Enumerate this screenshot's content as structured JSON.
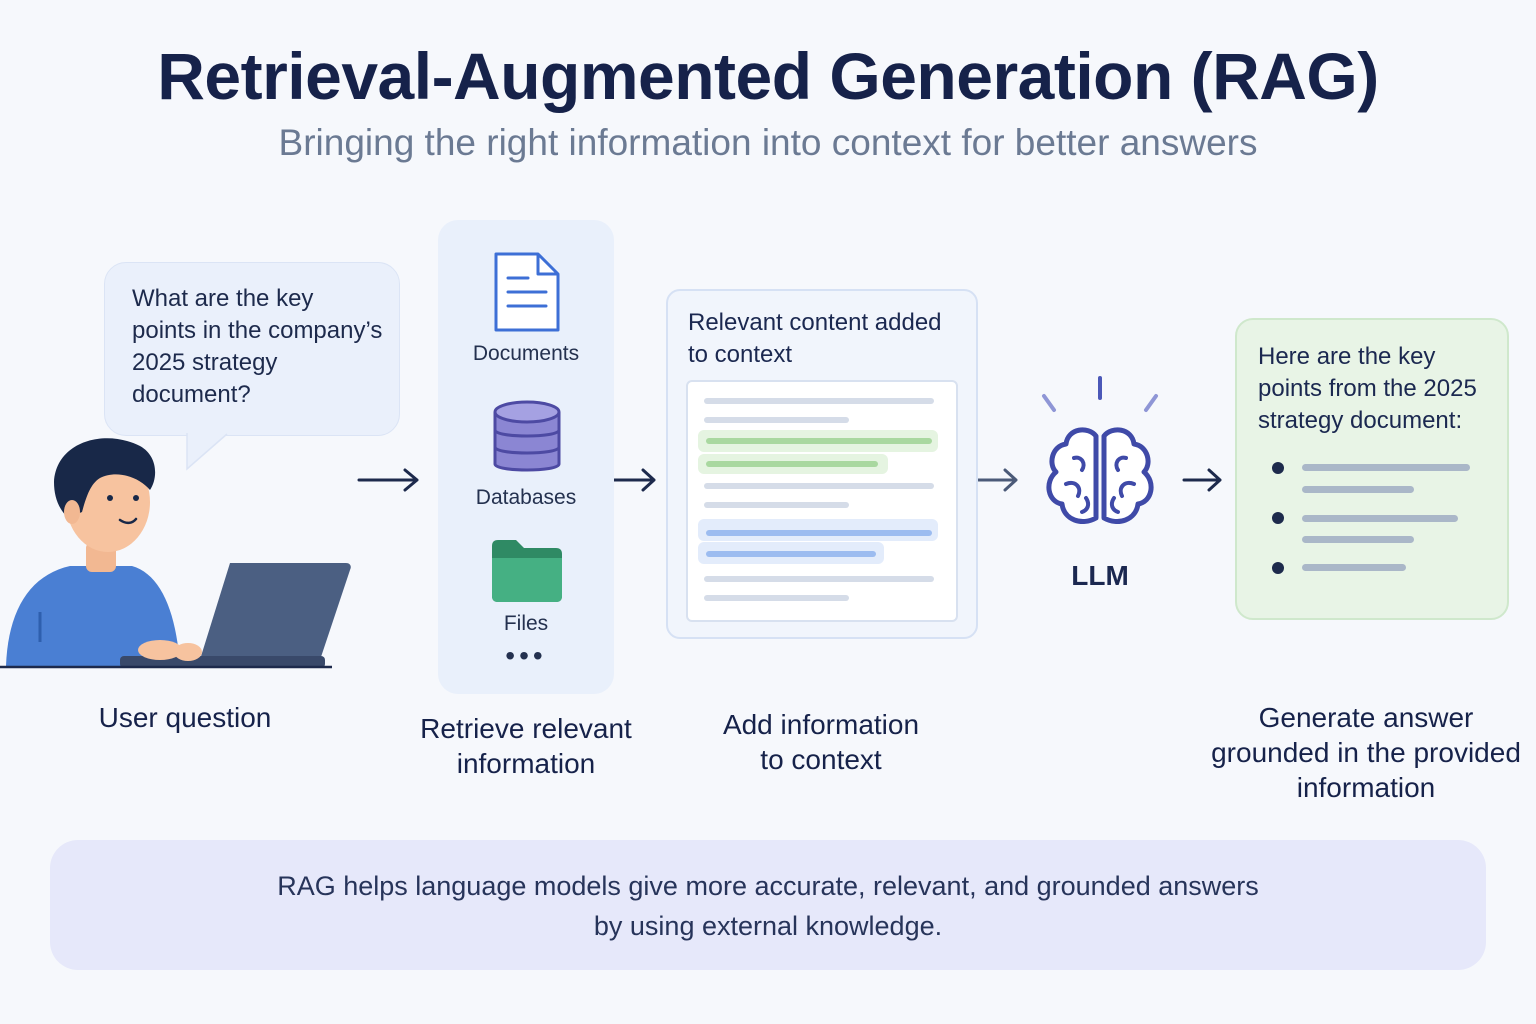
{
  "title": "Retrieval-Augmented Generation (RAG)",
  "subtitle": "Bringing the right information into context for better answers",
  "user": {
    "question": "What are the key\npoints in the company’s\n2025 strategy\ndocument?",
    "caption": "User question"
  },
  "sources": {
    "items": [
      {
        "label": "Documents",
        "icon": "document-icon"
      },
      {
        "label": "Databases",
        "icon": "database-icon"
      },
      {
        "label": "Files",
        "icon": "folder-icon"
      }
    ],
    "more": "•••",
    "caption": "Retrieve relevant\ninformation"
  },
  "context": {
    "title": "Relevant content added\nto context",
    "caption": "Add information\nto context"
  },
  "llm": {
    "label": "LLM",
    "icon": "brain-icon"
  },
  "answer": {
    "text": "Here are the key\npoints from the 2025\nstrategy document:",
    "caption": "Generate answer\ngrounded in the provided\ninformation"
  },
  "footer": {
    "text": "RAG helps language models give more accurate, relevant, and grounded answers\nby using external knowledge."
  },
  "colors": {
    "title": "#16224a",
    "subtitle": "#6b7a93",
    "highlight_green": "#a9d8a0",
    "highlight_blue": "#9cbcf0",
    "answer_panel": "#e8f4e6",
    "footer_panel": "#e6e8fa"
  }
}
